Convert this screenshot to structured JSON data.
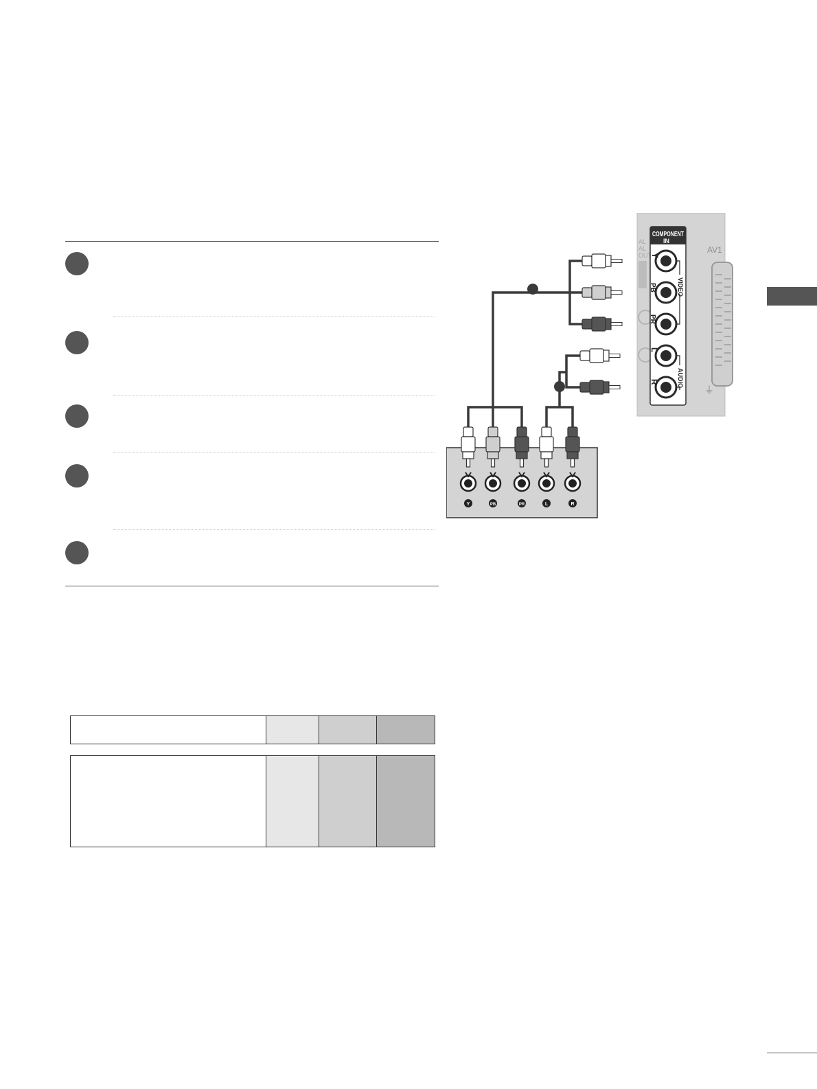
{
  "tv_panel": {
    "component_header": "COMPONENT",
    "component_sub": "IN",
    "av_label": "AV1",
    "video_bracket": "VIDEO",
    "audio_bracket": "AUDIO",
    "jack_labels": [
      "Y",
      "PB",
      "PR",
      "L",
      "R"
    ],
    "partial_left_text": [
      "AL",
      "AL",
      "OUT"
    ]
  },
  "source_device": {
    "jack_labels": [
      "Y",
      "PB",
      "PR",
      "L",
      "R"
    ]
  },
  "colors": {
    "step_circle": "#555555",
    "side_tab": "#555555",
    "panel_bg": "#d4d4d4",
    "cable": "#3a3a3a",
    "table_col2": "#e7e7e7",
    "table_col3": "#cfcfcf",
    "table_col4": "#b8b8b8"
  }
}
